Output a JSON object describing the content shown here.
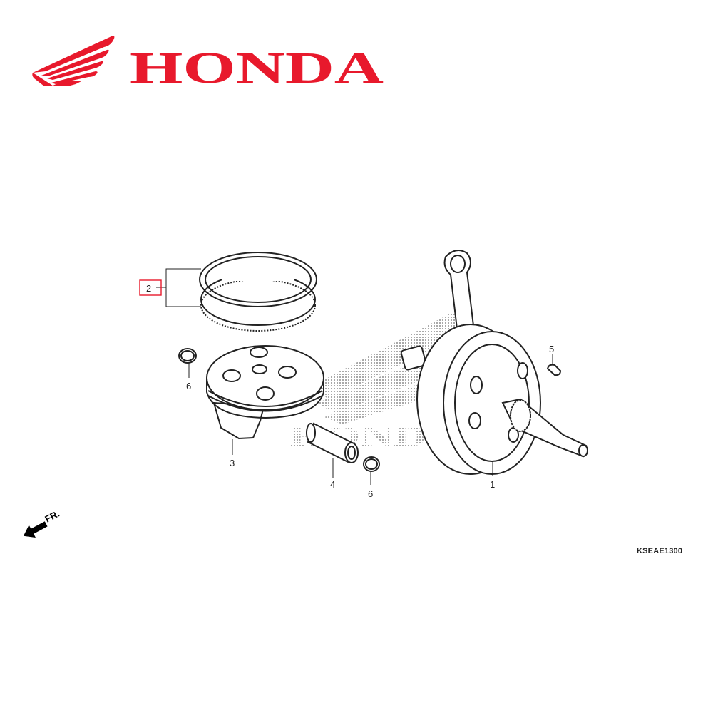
{
  "brand": {
    "name": "HONDA",
    "color": "#e8192c"
  },
  "diagram": {
    "code": "KSEAE1300",
    "direction_label": "FR.",
    "watermark": "HONDA",
    "callouts": [
      {
        "number": "1",
        "part": "crankshaft-assembly"
      },
      {
        "number": "2",
        "part": "piston-ring-set",
        "highlighted": true
      },
      {
        "number": "3",
        "part": "piston"
      },
      {
        "number": "4",
        "part": "piston-pin"
      },
      {
        "number": "5",
        "part": "woodruff-key"
      },
      {
        "number": "6",
        "part": "piston-pin-clip-left"
      },
      {
        "number": "6",
        "part": "piston-pin-clip-right"
      }
    ],
    "highlight_color": "#e8192c"
  }
}
